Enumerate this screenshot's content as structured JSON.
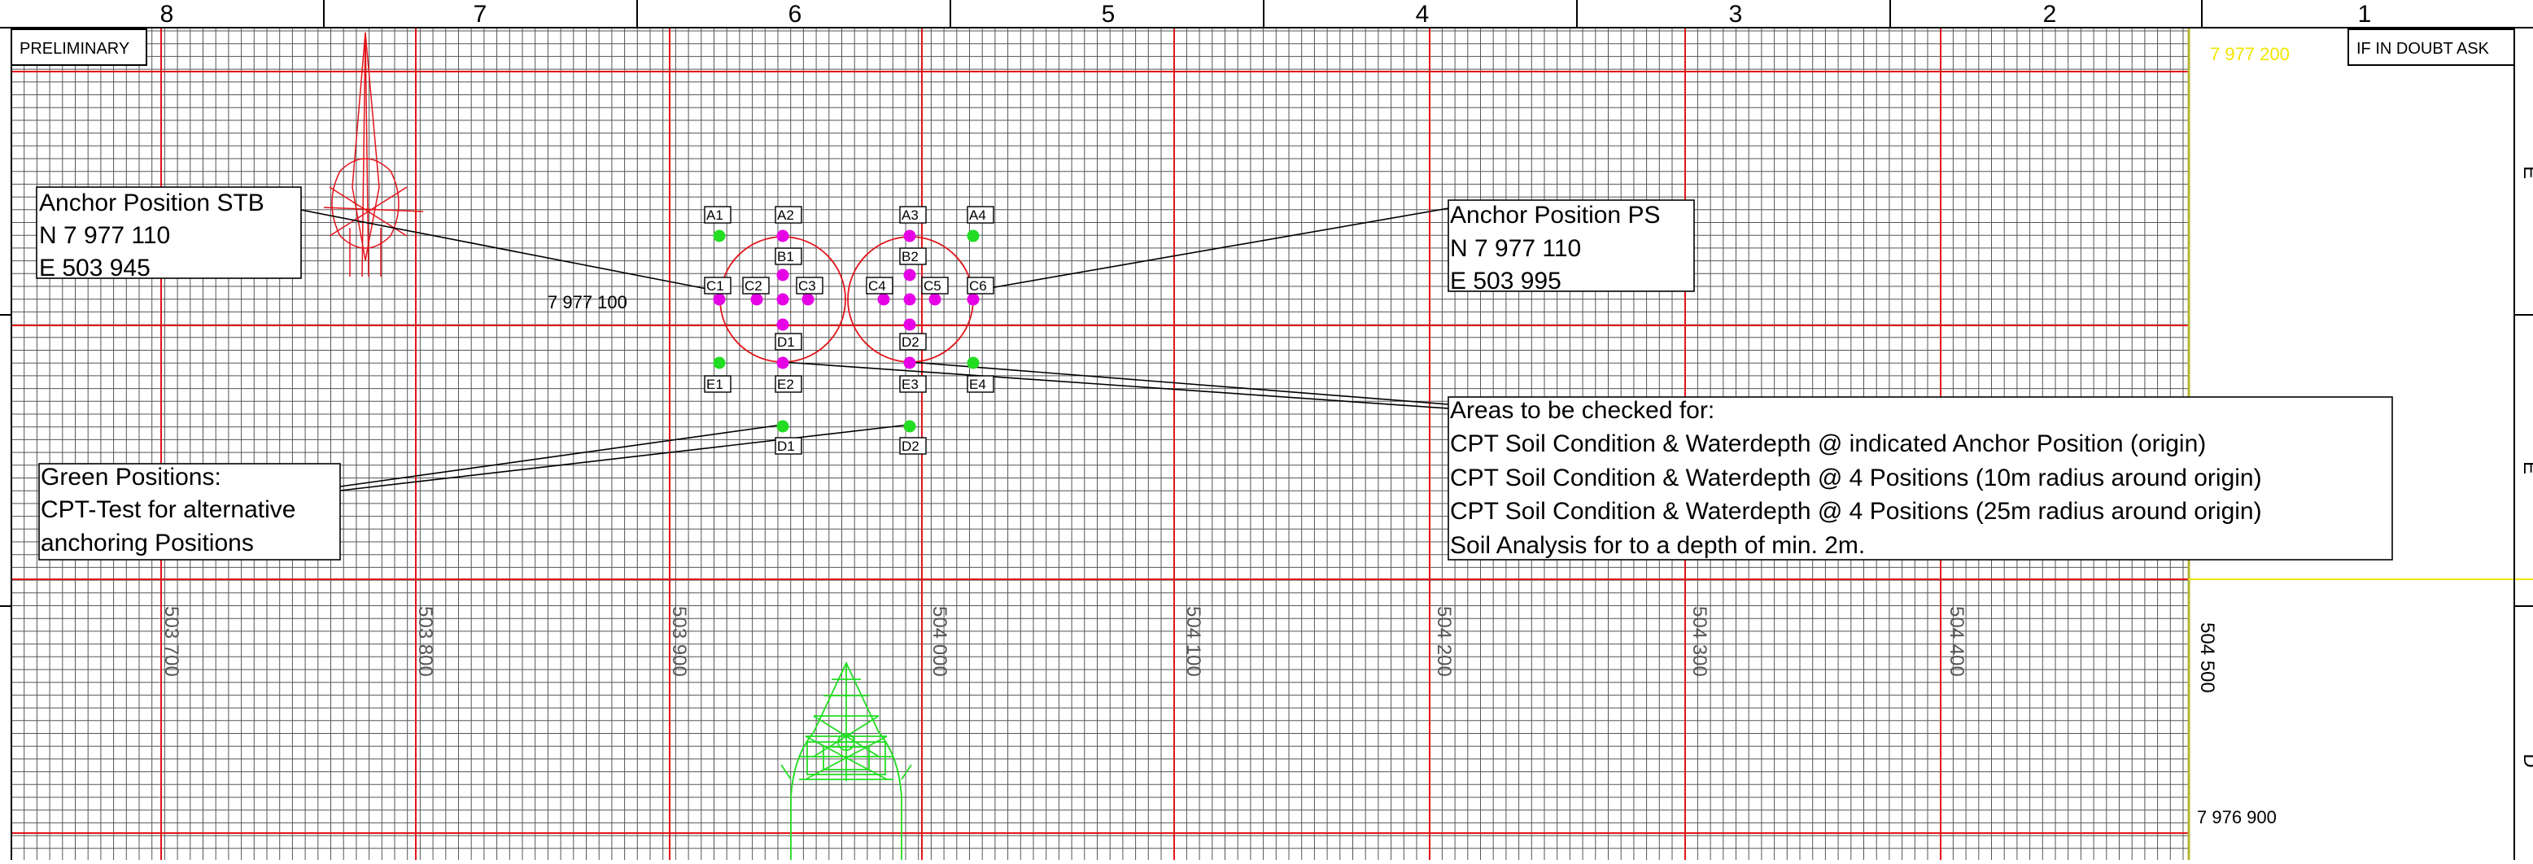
{
  "frame": {
    "columns": [
      "8",
      "7",
      "6",
      "5",
      "4",
      "3",
      "2",
      "1"
    ],
    "row_marks": [
      "E",
      "E",
      "D"
    ]
  },
  "stamps": {
    "preliminary": "PRELIMINARY",
    "if_in_doubt": "IF IN DOUBT ASK"
  },
  "grid_labels": {
    "northing_top": "7 977 200",
    "northing_mid": "7 977 100",
    "northing_bottom": "7 976 900",
    "eastings": [
      "503 700",
      "503 800",
      "503 900",
      "504 000",
      "504 100",
      "504 200",
      "504 300",
      "504 400",
      "504 500"
    ]
  },
  "callouts": {
    "anchor_stb": [
      "Anchor Position STB",
      "N 7 977 110",
      "E 503 945"
    ],
    "anchor_ps": [
      "Anchor Position PS",
      "N 7 977 110",
      "E 503 995"
    ],
    "green": [
      "Green Positions:",
      "CPT-Test for alternative",
      "anchoring Positions"
    ],
    "areas": [
      "Areas to be checked for:",
      "CPT Soil Condition & Waterdepth @ indicated Anchor Position (origin)",
      "CPT Soil Condition & Waterdepth @ 4 Positions (10m radius around origin)",
      "CPT Soil Condition & Waterdepth @ 4 Positions (25m radius around origin)",
      "Soil Analysis for to a depth of min. 2m."
    ]
  },
  "points": {
    "labels_left": [
      "A1",
      "A2",
      "B1",
      "C1",
      "C2",
      "C3",
      "D1",
      "E1",
      "E2",
      "D1"
    ],
    "labels_right": [
      "A3",
      "A4",
      "B2",
      "C4",
      "C5",
      "C6",
      "D2",
      "E3",
      "E4",
      "D2"
    ]
  },
  "colors": {
    "grid_minor": "#555555",
    "grid_major": "#e2141b",
    "test_point_magenta": "#e600e6",
    "test_point_green": "#22dd22",
    "vessel_green": "#22dd22",
    "structure_red": "#e2141b",
    "northing_label_yellow": "#f2e600",
    "border_olive": "#b5b533"
  }
}
